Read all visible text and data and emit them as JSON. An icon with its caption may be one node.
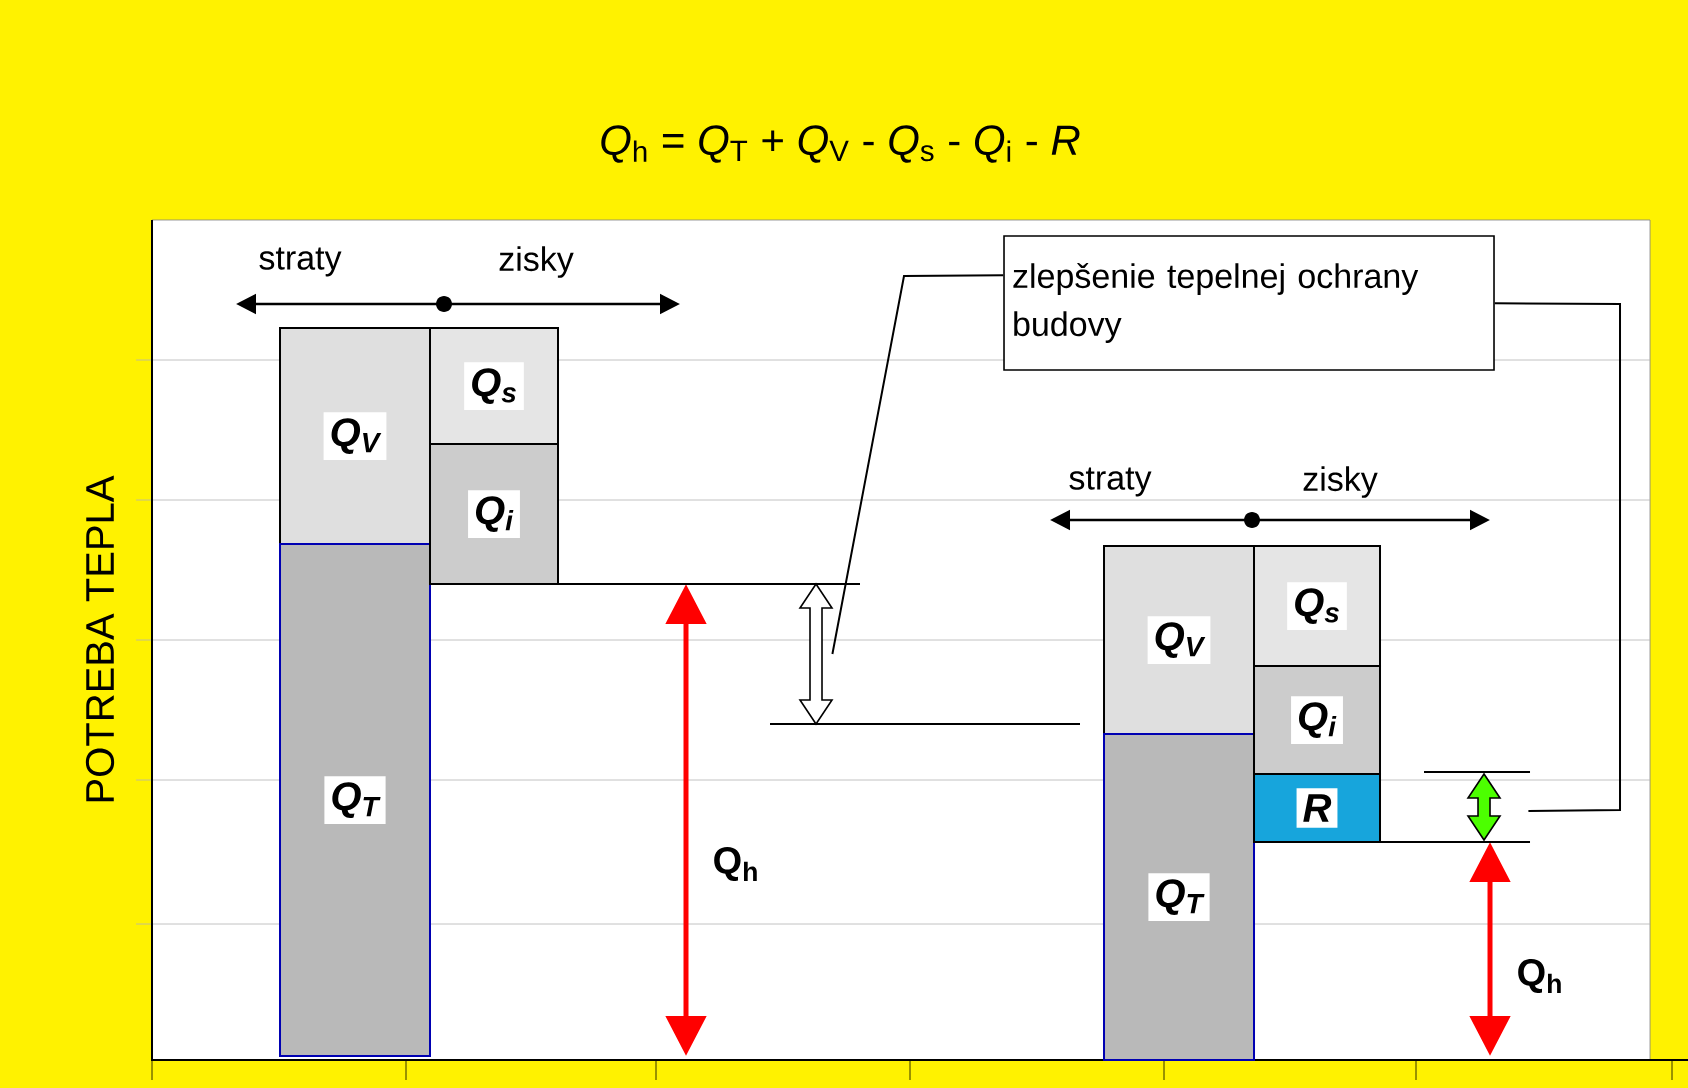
{
  "diagram": {
    "title": "*Q*$_{h}$ = *Q*$_{T}$ + *Q*$_{V}$ - *Q*$_{s}$ - *Q*$_{i}$ - *R*",
    "nodes": [
      {
        "text": [
          "Q$_{V}$"
        ]
      },
      {
        "text": [
          "Q$_{T}$"
        ]
      },
      {
        "text": [
          "Q$_{s}$"
        ]
      },
      {
        "text": [
          "Q$_{i}$"
        ]
      },
      {
        "text": [
          "zlepšenie tepelnej ochrany budovy"
        ]
      },
      {
        "text": [],
        "shape": "arrow"
      },
      {
        "text": [
          "Q$_{V}$"
        ]
      },
      {
        "text": [
          "Q$_{T}$"
        ]
      },
      {
        "text": [
          "Q$_{s}$"
        ]
      },
      {
        "text": [
          "Q$_{i}$"
        ]
      },
      {
        "text": [
          "R"
        ]
      },
      {
        "text": [],
        "shape": "arrow"
      }
    ],
    "edges": [
      {
        "from": 4,
        "to": 5,
        "arrow": "none"
      },
      {
        "from": 4,
        "to": 11,
        "arrow": "none"
      }
    ],
    "labels": [
      "straty",
      "zisky",
      "POTREBA TEPLA",
      "Q$_{h}$",
      "straty",
      "zisky",
      "Q$_{h}$"
    ]
  }
}
